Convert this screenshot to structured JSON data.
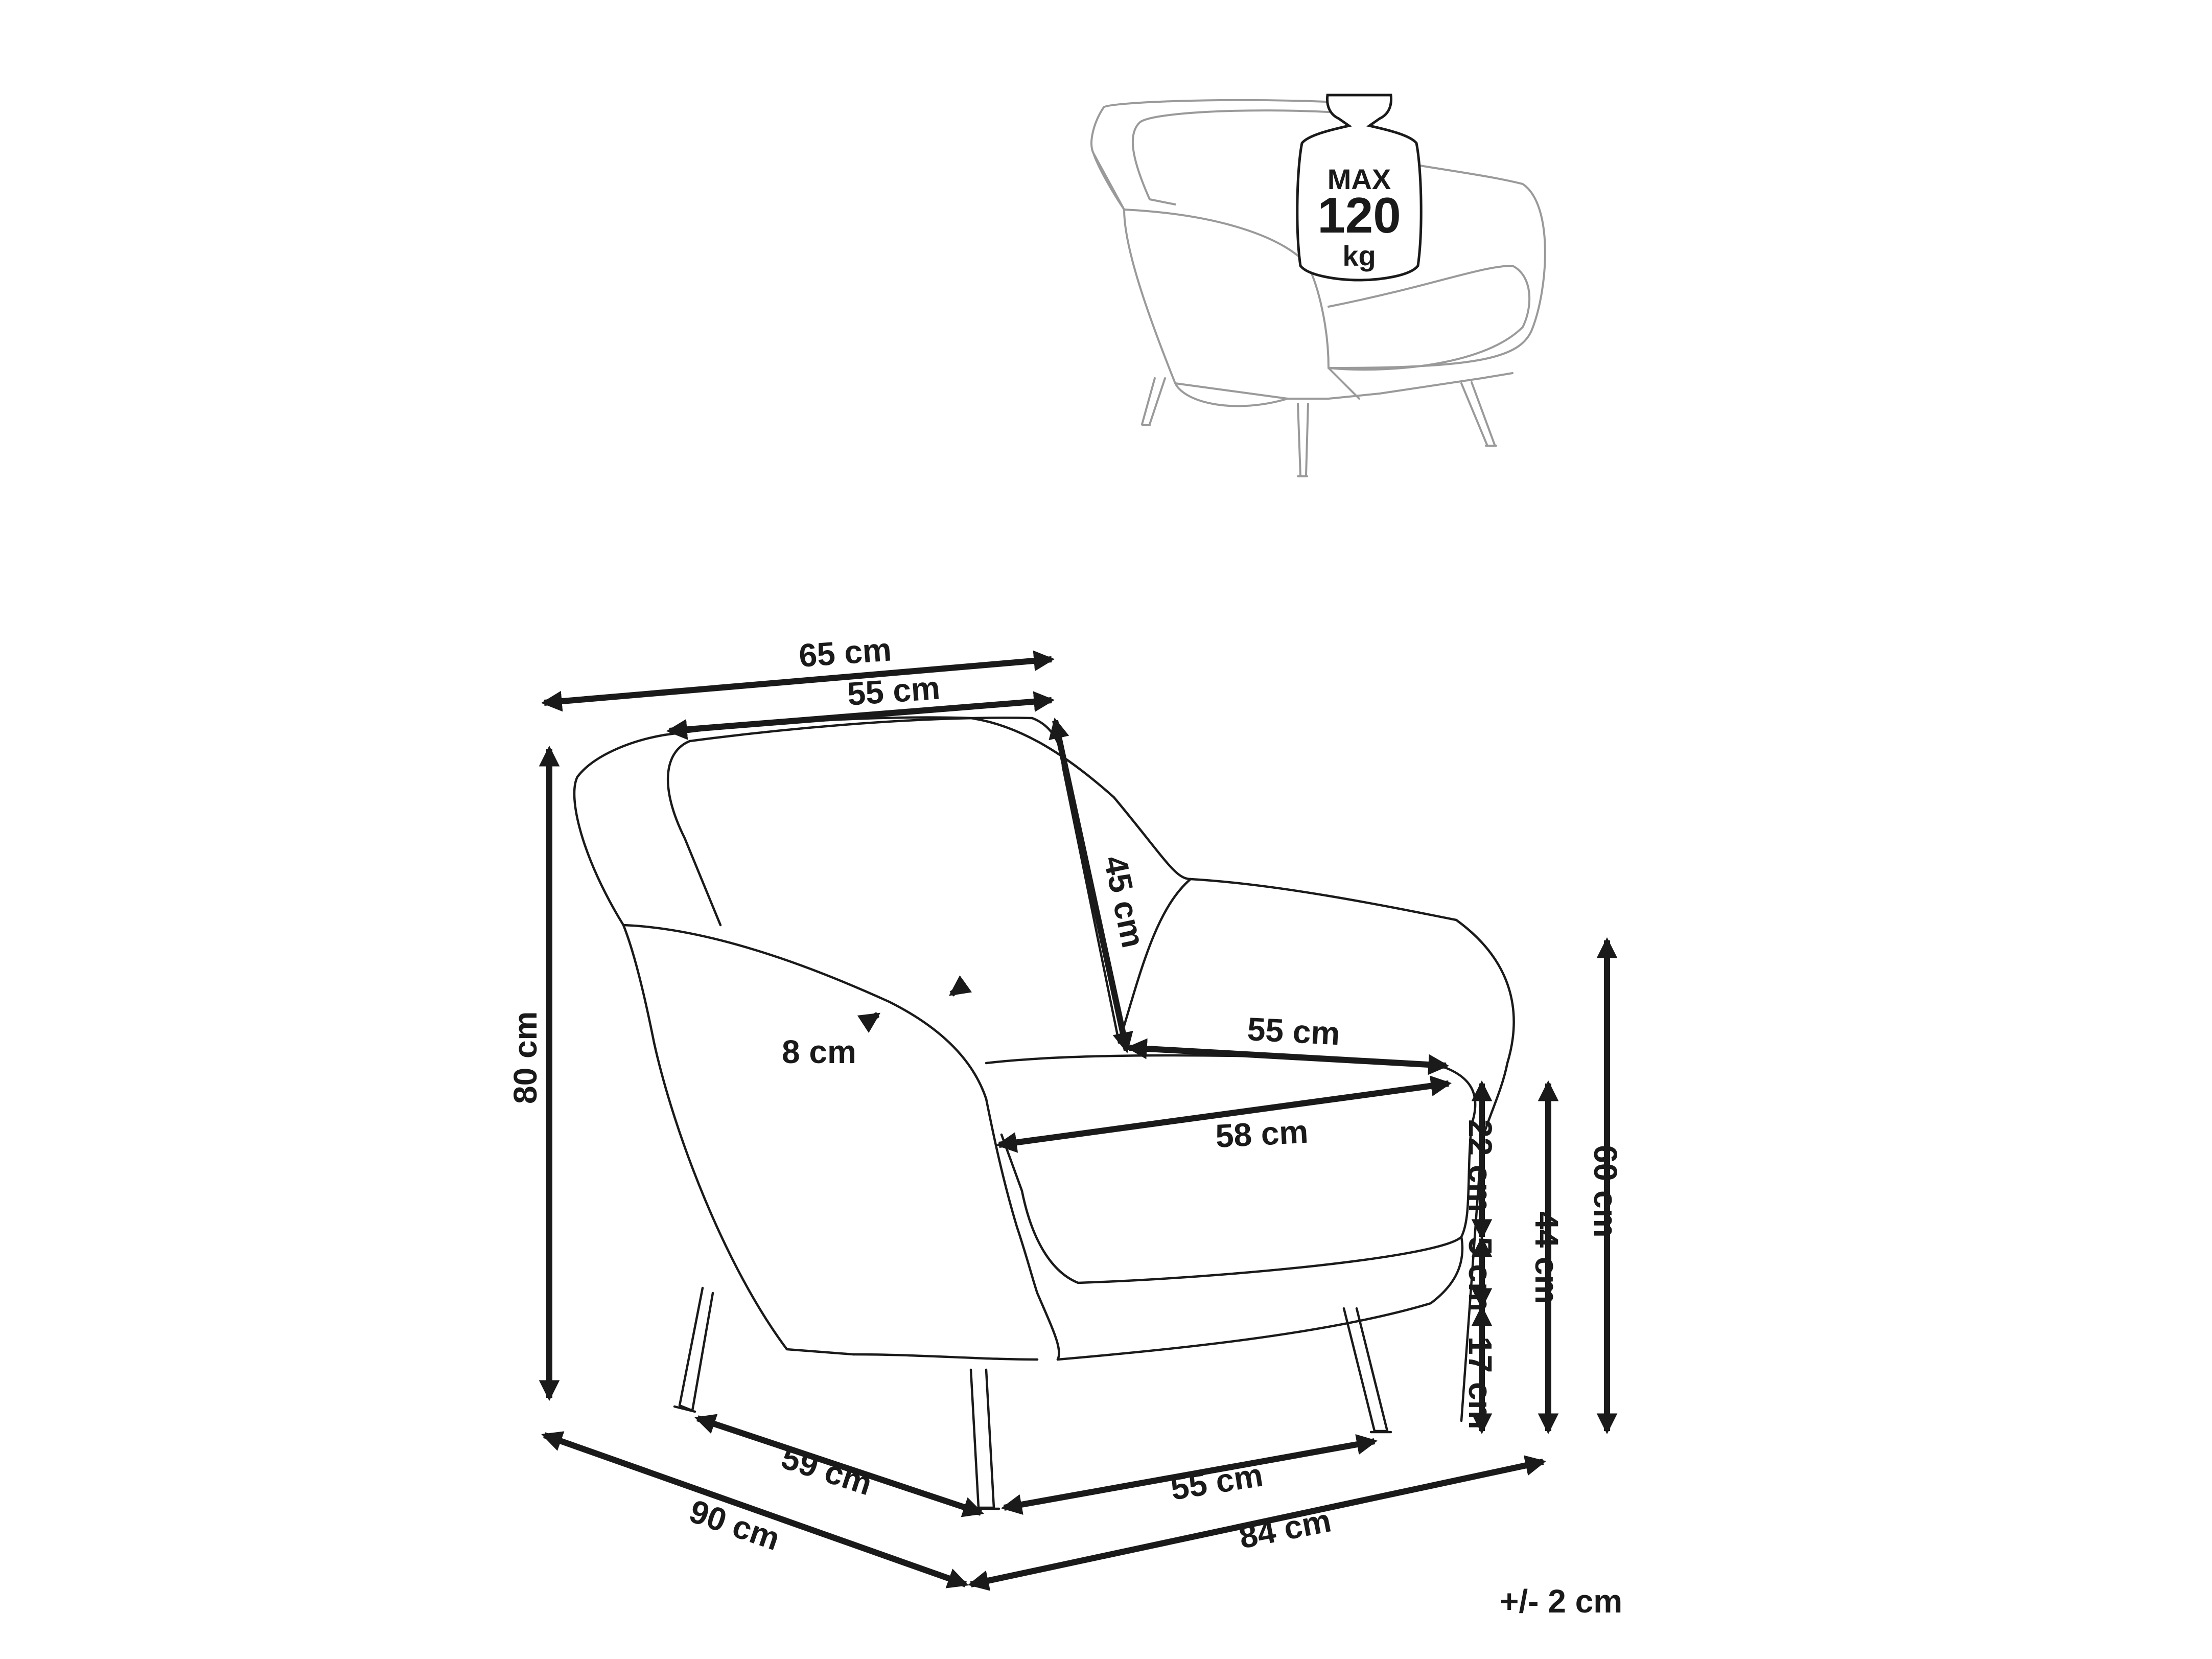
{
  "load_badge": {
    "line1": "MAX",
    "line2": "120",
    "line3": "kg"
  },
  "dimensions": {
    "total_width": "65 cm",
    "backrest_width": "55 cm",
    "backrest_height": "45 cm",
    "armrest_width": "8 cm",
    "seat_width": "55 cm",
    "seat_depth": "58 cm",
    "seat_cushion_height": "22 cm",
    "gap_height": "5 cm",
    "leg_height": "17 cm",
    "seat_height": "44 cm",
    "armrest_height": "60 cm",
    "total_height": "80 cm",
    "leg_span_side": "59 cm",
    "total_depth": "90 cm",
    "leg_span_front": "55 cm",
    "total_length": "84 cm"
  },
  "tolerance": "+/- 2 cm"
}
